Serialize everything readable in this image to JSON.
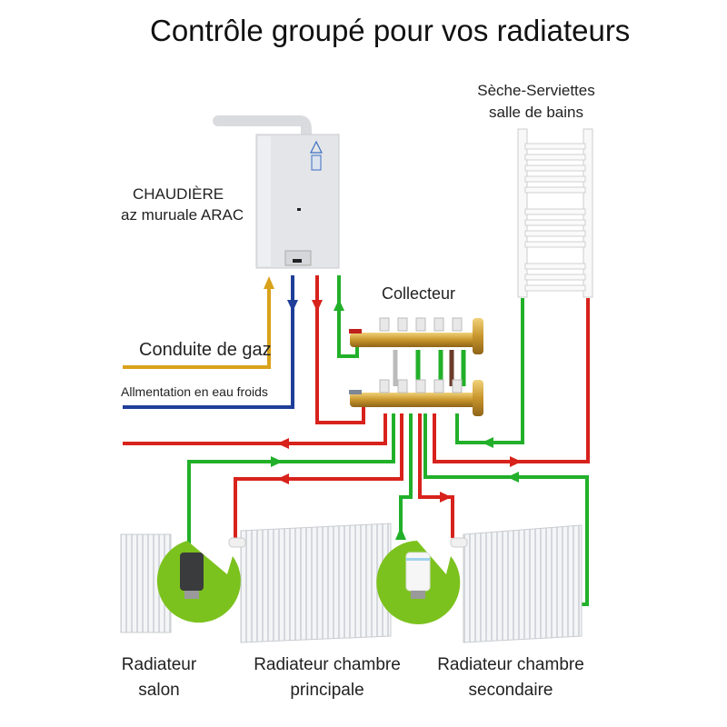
{
  "title": "Contrôle groupé pour vos radiateurs",
  "labels": {
    "towel_rail": [
      "Sèche-Serviettes",
      "salle de bains"
    ],
    "boiler": [
      "CHAUDIÈRE",
      "az muruale ARAC"
    ],
    "collector": "Collecteur",
    "gas_line": "Conduite de gaz",
    "water_supply": "Allmentation en eau froids",
    "radiator_salon": [
      "Radiateur",
      "salon"
    ],
    "radiator_main": [
      "Radiateur chambre",
      "principale"
    ],
    "radiator_secondary": [
      "Radiateur chambre",
      "secondaire"
    ]
  },
  "colors": {
    "hot": "#d8221c",
    "return": "#22b02a",
    "gas": "#d9a21b",
    "cold_water": "#1f3f99",
    "bubble": "#7cc21e"
  }
}
